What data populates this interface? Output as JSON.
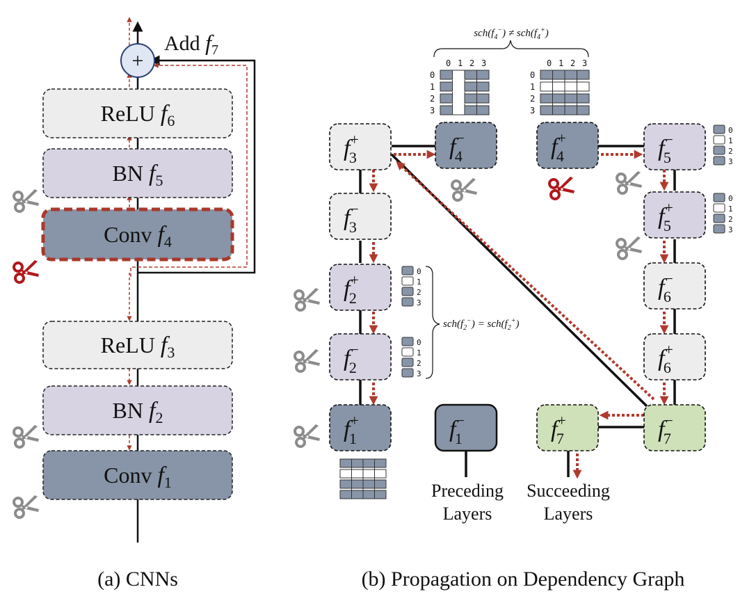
{
  "colors": {
    "light_gray": "#ededed",
    "lavender": "#d8d3e3",
    "slate": "#8895a8",
    "green": "#cfe1b8",
    "red_arrow": "#b03a2e",
    "scissor_gray": "#8c8c8c",
    "scissor_red": "#b0191d"
  },
  "cnn": {
    "add_label": "Add",
    "add_f": "f",
    "add_sub": "7",
    "plus_symbol": "+",
    "layers": [
      {
        "name": "ReLU",
        "f": "f",
        "sub": "6"
      },
      {
        "name": "BN",
        "f": "f",
        "sub": "5"
      },
      {
        "name": "Conv",
        "f": "f",
        "sub": "4"
      },
      {
        "name": "ReLU",
        "f": "f",
        "sub": "3"
      },
      {
        "name": "BN",
        "f": "f",
        "sub": "2"
      },
      {
        "name": "Conv",
        "f": "f",
        "sub": "1"
      }
    ],
    "caption": "(a) CNNs"
  },
  "graph": {
    "nodes": [
      {
        "f": "f",
        "sub": "3",
        "sup": "+"
      },
      {
        "f": "f",
        "sub": "4",
        "sup": "−"
      },
      {
        "f": "f",
        "sub": "4",
        "sup": "+"
      },
      {
        "f": "f",
        "sub": "5",
        "sup": "−"
      },
      {
        "f": "f",
        "sub": "3",
        "sup": "−"
      },
      {
        "f": "f",
        "sub": "5",
        "sup": "+"
      },
      {
        "f": "f",
        "sub": "2",
        "sup": "+"
      },
      {
        "f": "f",
        "sub": "6",
        "sup": "−"
      },
      {
        "f": "f",
        "sub": "2",
        "sup": "−"
      },
      {
        "f": "f",
        "sub": "6",
        "sup": "+"
      },
      {
        "f": "f",
        "sub": "1",
        "sup": "+"
      },
      {
        "f": "f",
        "sub": "1",
        "sup": "−"
      },
      {
        "f": "f",
        "sub": "7",
        "sup": "+"
      },
      {
        "f": "f",
        "sub": "7",
        "sup": "−"
      }
    ],
    "brace_top_label": "sch(f4−) ≠ sch(f4+)",
    "brace_mid_label": "sch(f2−) = sch(f2+)",
    "col_labels": [
      "0",
      "1",
      "2",
      "3"
    ],
    "row_labels": [
      "0",
      "1",
      "2",
      "3"
    ],
    "preceding_label_1": "Preceding",
    "preceding_label_2": "Layers",
    "succeeding_label_1": "Succeeding",
    "succeeding_label_2": "Layers",
    "caption": "(b) Propagation on Dependency Graph"
  }
}
